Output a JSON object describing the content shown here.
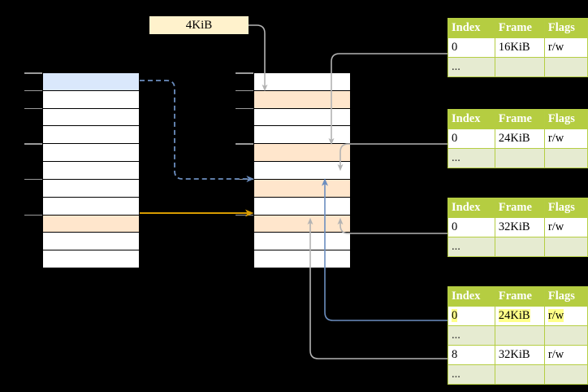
{
  "diagram": {
    "title_label": "4KiB",
    "page_size_label": "4KiB",
    "left_column": {
      "name": "virtual-address-space",
      "row_count": 11,
      "rows": [
        {
          "fill": "blue",
          "tick": true
        },
        {
          "fill": "white",
          "tick": true
        },
        {
          "fill": "white",
          "tick": true
        },
        {
          "fill": "white",
          "tick": false
        },
        {
          "fill": "white",
          "tick": true
        },
        {
          "fill": "white",
          "tick": false
        },
        {
          "fill": "white",
          "tick": true
        },
        {
          "fill": "white",
          "tick": false
        },
        {
          "fill": "orange",
          "tick": true
        },
        {
          "fill": "white",
          "tick": false
        },
        {
          "fill": "white",
          "tick": false
        }
      ]
    },
    "middle_column": {
      "name": "physical-memory",
      "row_count": 11,
      "rows": [
        {
          "fill": "white",
          "tick": true
        },
        {
          "fill": "orange",
          "tick": true
        },
        {
          "fill": "white",
          "tick": true
        },
        {
          "fill": "white",
          "tick": false
        },
        {
          "fill": "orange",
          "tick": true
        },
        {
          "fill": "white",
          "tick": false
        },
        {
          "fill": "orange",
          "tick": true
        },
        {
          "fill": "white",
          "tick": false
        },
        {
          "fill": "orange",
          "tick": true
        },
        {
          "fill": "white",
          "tick": false
        },
        {
          "fill": "white",
          "tick": false
        }
      ]
    },
    "tables": [
      {
        "name": "page-table-1",
        "headers": [
          "Index",
          "Frame",
          "Flags"
        ],
        "rows": [
          {
            "type": "data",
            "cells": [
              "0",
              "16KiB",
              "r/w"
            ],
            "highlight": [
              false,
              false,
              false
            ]
          },
          {
            "type": "dots",
            "cells": [
              "...",
              "",
              ""
            ],
            "highlight": [
              false,
              false,
              false
            ]
          }
        ]
      },
      {
        "name": "page-table-2",
        "headers": [
          "Index",
          "Frame",
          "Flags"
        ],
        "rows": [
          {
            "type": "data",
            "cells": [
              "0",
              "24KiB",
              "r/w"
            ],
            "highlight": [
              false,
              false,
              false
            ]
          },
          {
            "type": "dots",
            "cells": [
              "...",
              "",
              ""
            ],
            "highlight": [
              false,
              false,
              false
            ]
          }
        ]
      },
      {
        "name": "page-table-3",
        "headers": [
          "Index",
          "Frame",
          "Flags"
        ],
        "rows": [
          {
            "type": "data",
            "cells": [
              "0",
              "32KiB",
              "r/w"
            ],
            "highlight": [
              false,
              false,
              false
            ]
          },
          {
            "type": "dots",
            "cells": [
              "...",
              "",
              ""
            ],
            "highlight": [
              false,
              false,
              false
            ]
          }
        ]
      },
      {
        "name": "page-table-4",
        "headers": [
          "Index",
          "Frame",
          "Flags"
        ],
        "rows": [
          {
            "type": "data",
            "cells": [
              "0",
              "24KiB",
              "r/w"
            ],
            "highlight": [
              true,
              true,
              true
            ]
          },
          {
            "type": "dots",
            "cells": [
              "...",
              "",
              ""
            ],
            "highlight": [
              false,
              false,
              false
            ]
          },
          {
            "type": "data",
            "cells": [
              "8",
              "32KiB",
              "r/w"
            ],
            "highlight": [
              false,
              false,
              false
            ]
          },
          {
            "type": "dots",
            "cells": [
              "...",
              "",
              ""
            ],
            "highlight": [
              false,
              false,
              false
            ]
          }
        ]
      }
    ],
    "colors": {
      "background": "#000000",
      "cell_white": "#ffffff",
      "cell_blue": "#dae8fc",
      "cell_orange": "#ffe6cc",
      "label_yellow": "#fff2cc",
      "table_header_green": "#b5cd41",
      "table_dots_green": "#e6ebd1",
      "highlight_yellow": "#ffff88",
      "wire_grey": "#9a9a9a",
      "wire_blue": "#6c8ebf",
      "wire_orange": "#d79b00"
    }
  }
}
